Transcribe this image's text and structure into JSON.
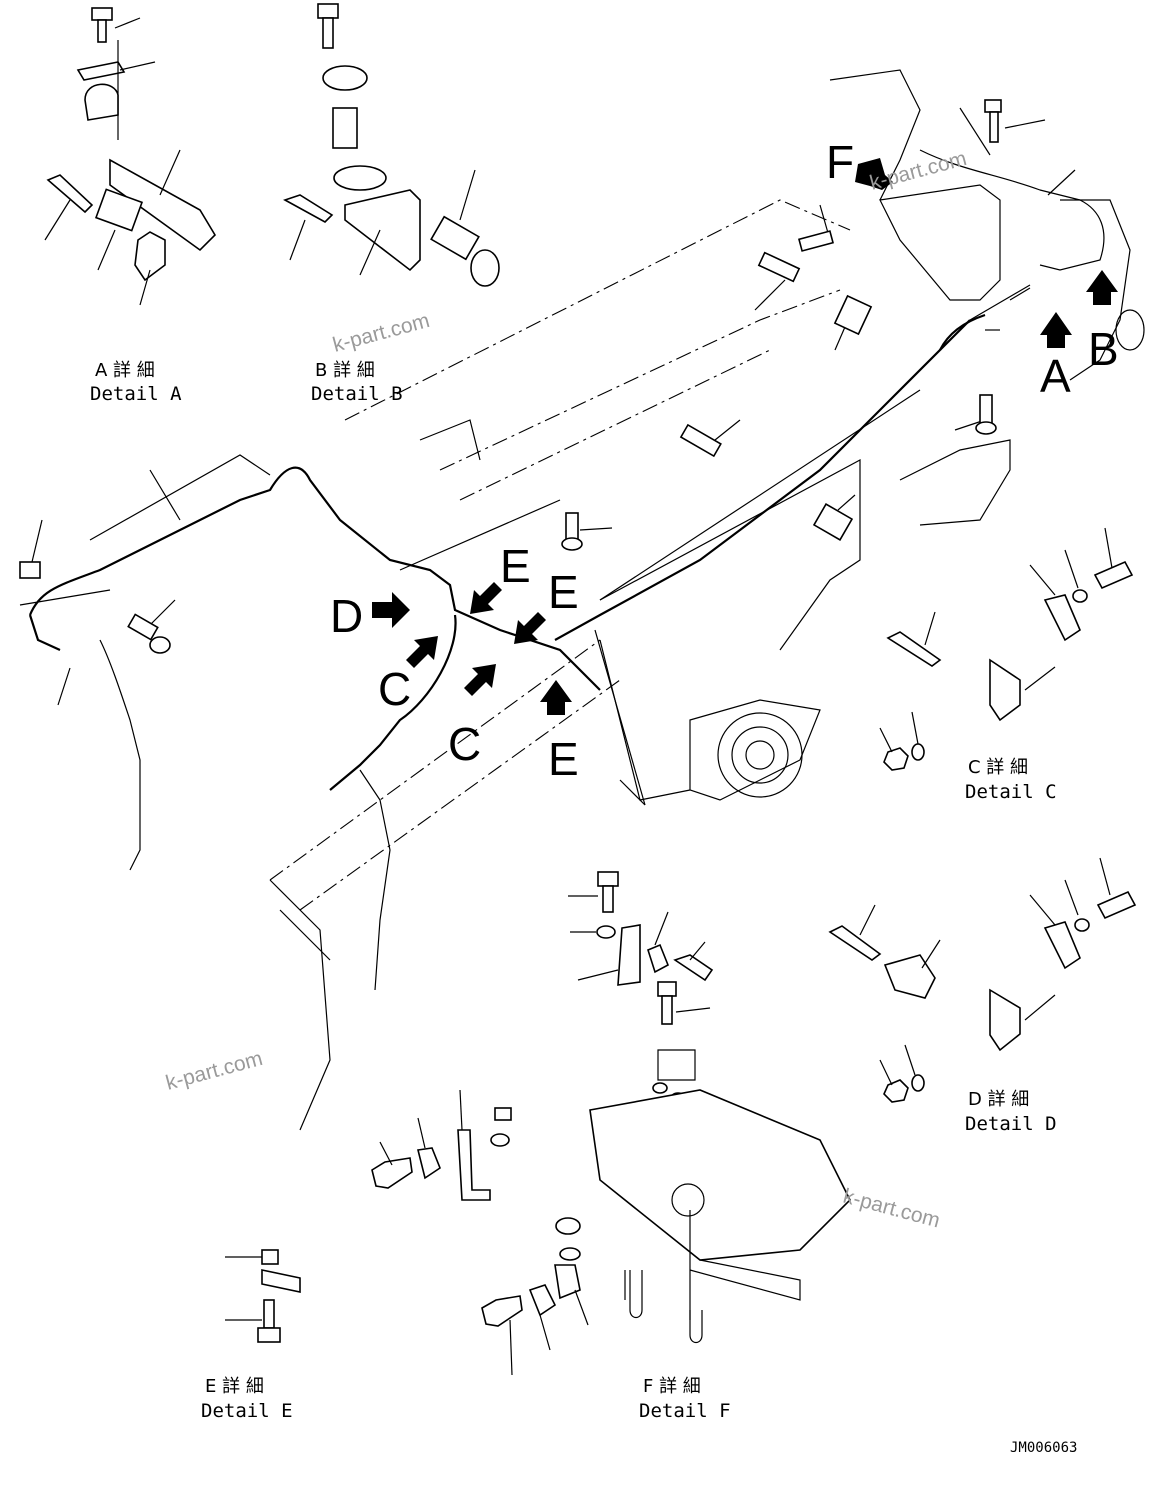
{
  "details": [
    {
      "id": "A",
      "jp": "A 詳 細",
      "en": "Detail A"
    },
    {
      "id": "B",
      "jp": "B 詳 細",
      "en": "Detail B"
    },
    {
      "id": "C",
      "jp": "C 詳 細",
      "en": "Detail C"
    },
    {
      "id": "D",
      "jp": "D 詳 細",
      "en": "Detail D"
    },
    {
      "id": "E",
      "jp": "E 詳 細",
      "en": "Detail E"
    },
    {
      "id": "F",
      "jp": "F 詳 細",
      "en": "Detail F"
    }
  ],
  "callouts": {
    "a": "A",
    "b": "B",
    "c1": "C",
    "c2": "C",
    "d": "D",
    "e1": "E",
    "e2": "E",
    "e3": "E",
    "f": "F"
  },
  "watermark": "k-part.com",
  "drawing_code": "JM006063"
}
